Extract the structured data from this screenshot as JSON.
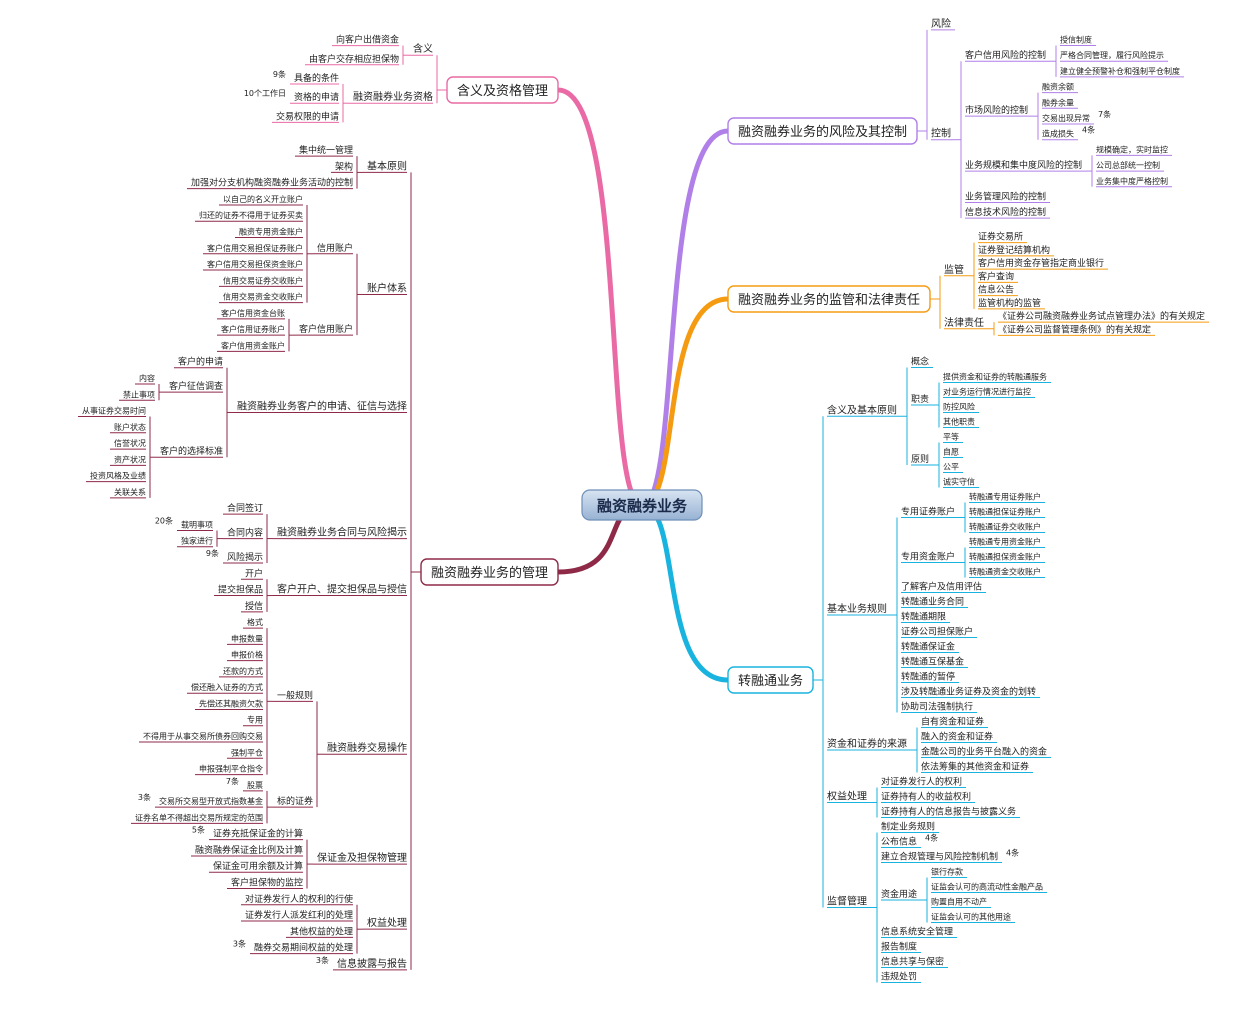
{
  "root": "融资融券业务",
  "right": [
    {
      "label": "融资融券业务的风险及其控制",
      "children": [
        {
          "label": "风险"
        },
        {
          "label": "控制",
          "children": [
            {
              "label": "客户信用风险的控制",
              "children": [
                {
                  "label": "授信制度"
                },
                {
                  "label": "严格合同管理，履行风险提示"
                },
                {
                  "label": "建立健全预警补仓和强制平仓制度"
                }
              ]
            },
            {
              "label": "市场风险的控制",
              "children": [
                {
                  "label": "融资余额"
                },
                {
                  "label": "融券余量"
                },
                {
                  "label": "交易出现异常",
                  "note": "7条"
                },
                {
                  "label": "造成损失",
                  "note": "4条"
                }
              ]
            },
            {
              "label": "业务规模和集中度风险的控制",
              "children": [
                {
                  "label": "规模确定，实时监控"
                },
                {
                  "label": "公司总部统一控制"
                },
                {
                  "label": "业务集中度严格控制"
                }
              ]
            },
            {
              "label": "业务管理风险的控制"
            },
            {
              "label": "信息技术风险的控制"
            }
          ]
        }
      ]
    },
    {
      "label": "融资融券业务的监管和法律责任",
      "children": [
        {
          "label": "监管",
          "children": [
            {
              "label": "证券交易所"
            },
            {
              "label": "证券登记结算机构"
            },
            {
              "label": "客户信用资金存管指定商业银行"
            },
            {
              "label": "客户查询"
            },
            {
              "label": "信息公告"
            },
            {
              "label": "监管机构的监管"
            }
          ]
        },
        {
          "label": "法律责任",
          "children": [
            {
              "label": "《证券公司融资融券业务试点管理办法》的有关规定"
            },
            {
              "label": "《证券公司监督管理条例》的有关规定"
            }
          ]
        }
      ]
    },
    {
      "label": "转融通业务",
      "children": [
        {
          "label": "含义及基本原则",
          "children": [
            {
              "label": "概念"
            },
            {
              "label": "职责",
              "children": [
                {
                  "label": "提供资金和证券的转融通服务"
                },
                {
                  "label": "对业务运行情况进行监控"
                },
                {
                  "label": "防控风险"
                },
                {
                  "label": "其他职责"
                }
              ]
            },
            {
              "label": "原则",
              "children": [
                {
                  "label": "平等"
                },
                {
                  "label": "自愿"
                },
                {
                  "label": "公平"
                },
                {
                  "label": "诚实守信"
                }
              ]
            }
          ]
        },
        {
          "label": "基本业务规则",
          "children": [
            {
              "label": "专用证券账户",
              "children": [
                {
                  "label": "转融通专用证券账户"
                },
                {
                  "label": "转融通担保证券账户"
                },
                {
                  "label": "转融通证券交收账户"
                }
              ]
            },
            {
              "label": "专用资金账户",
              "children": [
                {
                  "label": "转融通专用资金账户"
                },
                {
                  "label": "转融通担保资金账户"
                },
                {
                  "label": "转融通资金交收账户"
                }
              ]
            },
            {
              "label": "了解客户及信用评估"
            },
            {
              "label": "转融通业务合同"
            },
            {
              "label": "转融通期限"
            },
            {
              "label": "证券公司担保账户"
            },
            {
              "label": "转融通保证金"
            },
            {
              "label": "转融通互保基金"
            },
            {
              "label": "转融通的暂停"
            },
            {
              "label": "涉及转融通业务证券及资金的划转"
            },
            {
              "label": "协助司法强制执行"
            }
          ]
        },
        {
          "label": "资金和证券的来源",
          "children": [
            {
              "label": "自有资金和证券"
            },
            {
              "label": "融入的资金和证券"
            },
            {
              "label": "金融公司的业务平台融入的资金"
            },
            {
              "label": "依法筹集的其他资金和证券"
            }
          ]
        },
        {
          "label": "权益处理",
          "children": [
            {
              "label": "对证券发行人的权利"
            },
            {
              "label": "证券持有人的收益权利"
            },
            {
              "label": "证券持有人的信息报告与披露义务"
            }
          ]
        },
        {
          "label": "监督管理",
          "children": [
            {
              "label": "制定业务规则"
            },
            {
              "label": "公布信息",
              "note": "4条"
            },
            {
              "label": "建立合规管理与风险控制机制",
              "note": "4条"
            },
            {
              "label": "资金用途",
              "children": [
                {
                  "label": "银行存款"
                },
                {
                  "label": "证监会认可的高流动性金融产品"
                },
                {
                  "label": "购置自用不动产"
                },
                {
                  "label": "证监会认可的其他用途"
                }
              ]
            },
            {
              "label": "信息系统安全管理"
            },
            {
              "label": "报告制度"
            },
            {
              "label": "信息共享与保密"
            },
            {
              "label": "违规处罚"
            }
          ]
        }
      ]
    }
  ],
  "left": [
    {
      "label": "含义及资格管理",
      "children": [
        {
          "label": "含义",
          "children": [
            {
              "label": "向客户出借资金"
            },
            {
              "label": "由客户交存相应担保物"
            }
          ]
        },
        {
          "label": "融资融券业务资格",
          "children": [
            {
              "label": "具备的条件",
              "note": "9条"
            },
            {
              "label": "资格的申请",
              "note": "10个工作日"
            },
            {
              "label": "交易权限的申请"
            }
          ]
        }
      ]
    },
    {
      "label": "融资融券业务的管理",
      "children": [
        {
          "label": "基本原则",
          "children": [
            {
              "label": "集中统一管理"
            },
            {
              "label": "架构"
            },
            {
              "label": "加强对分支机构融资融券业务活动的控制"
            }
          ]
        },
        {
          "label": "账户体系",
          "children": [
            {
              "label": "信用账户",
              "children": [
                {
                  "label": "以自己的名义开立账户"
                },
                {
                  "label": "归还的证券不得用于证券买卖"
                },
                {
                  "label": "融资专用资金账户"
                },
                {
                  "label": "客户信用交易担保证券账户"
                },
                {
                  "label": "客户信用交易担保资金账户"
                },
                {
                  "label": "信用交易证券交收账户"
                },
                {
                  "label": "信用交易资金交收账户"
                }
              ]
            },
            {
              "label": "客户信用账户",
              "children": [
                {
                  "label": "客户信用资金台账"
                },
                {
                  "label": "客户信用证券账户"
                },
                {
                  "label": "客户信用资金账户"
                }
              ]
            }
          ]
        },
        {
          "label": "融资融券业务客户的申请、征信与选择",
          "children": [
            {
              "label": "客户的申请"
            },
            {
              "label": "客户征信调查",
              "children": [
                {
                  "label": "内容"
                },
                {
                  "label": "禁止事项"
                }
              ]
            },
            {
              "label": "客户的选择标准",
              "children": [
                {
                  "label": "从事证券交易时间"
                },
                {
                  "label": "账户状态"
                },
                {
                  "label": "信誉状况"
                },
                {
                  "label": "资产状况"
                },
                {
                  "label": "投资风格及业绩"
                },
                {
                  "label": "关联关系"
                }
              ]
            }
          ]
        },
        {
          "label": "融资融券业务合同与风险揭示",
          "children": [
            {
              "label": "合同签订"
            },
            {
              "label": "合同内容",
              "children": [
                {
                  "label": "载明事项",
                  "note": "20条"
                },
                {
                  "label": "独家进行"
                }
              ]
            },
            {
              "label": "风险揭示",
              "note": "9条"
            }
          ]
        },
        {
          "label": "客户开户、提交担保品与授信",
          "children": [
            {
              "label": "开户"
            },
            {
              "label": "提交担保品"
            },
            {
              "label": "授信"
            }
          ]
        },
        {
          "label": "融资融券交易操作",
          "children": [
            {
              "label": "一般规则",
              "children": [
                {
                  "label": "格式"
                },
                {
                  "label": "申报数量"
                },
                {
                  "label": "申报价格"
                },
                {
                  "label": "还款的方式"
                },
                {
                  "label": "偿还融入证券的方式"
                },
                {
                  "label": "先偿还其融资欠款"
                },
                {
                  "label": "专用"
                },
                {
                  "label": "不得用于从事交易所债券回购交易"
                },
                {
                  "label": "强制平仓"
                },
                {
                  "label": "申报强制平仓指令"
                }
              ]
            },
            {
              "label": "标的证券",
              "children": [
                {
                  "label": "股票",
                  "note": "7条"
                },
                {
                  "label": "交易所交易型开放式指数基金",
                  "note": "3条"
                },
                {
                  "label": "证券名单不得超出交易所规定的范围"
                }
              ]
            }
          ]
        },
        {
          "label": "保证金及担保物管理",
          "children": [
            {
              "label": "证券充抵保证金的计算",
              "note": "5条"
            },
            {
              "label": "融资融券保证金比例及计算"
            },
            {
              "label": "保证金可用余额及计算"
            },
            {
              "label": "客户担保物的监控"
            }
          ]
        },
        {
          "label": "权益处理",
          "children": [
            {
              "label": "对证券发行人的权利的行使"
            },
            {
              "label": "证券发行人派发红利的处理"
            },
            {
              "label": "其他权益的处理"
            },
            {
              "label": "融券交易期间权益的处理",
              "note": "3条"
            }
          ]
        },
        {
          "label": "信息披露与报告",
          "note": "3条"
        }
      ]
    }
  ]
}
